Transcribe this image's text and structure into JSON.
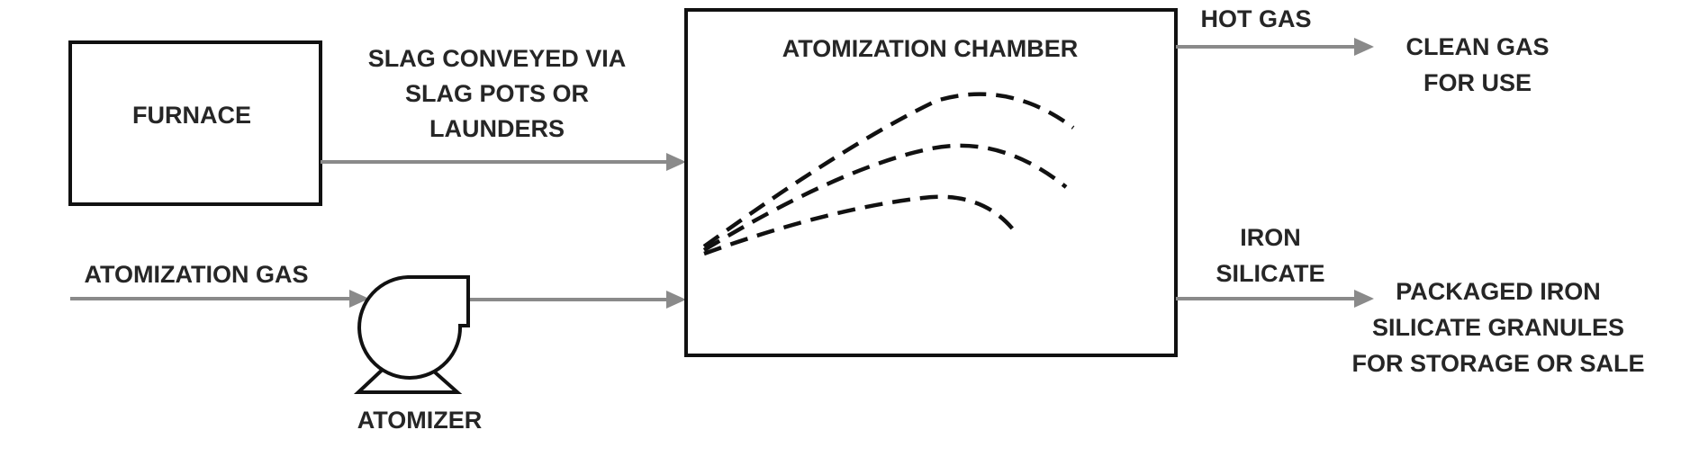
{
  "nodes": {
    "furnace": "FURNACE",
    "chamber": "ATOMIZATION CHAMBER",
    "atomizer": "ATOMIZER"
  },
  "inputs": {
    "slag_transfer": [
      "SLAG CONVEYED VIA",
      "SLAG POTS OR",
      "LAUNDERS"
    ],
    "atomization_gas": "ATOMIZATION GAS"
  },
  "outputs": {
    "hot_gas": "HOT GAS",
    "clean_gas": [
      "CLEAN GAS",
      "FOR USE"
    ],
    "iron_silicate": [
      "IRON",
      "SILICATE"
    ],
    "packaged_product": [
      "PACKAGED IRON",
      "SILICATE GRANULES",
      "FOR STORAGE OR SALE"
    ]
  },
  "colors": {
    "flow_line": "#8a8a8a",
    "outline": "#111111",
    "text": "#262626"
  }
}
